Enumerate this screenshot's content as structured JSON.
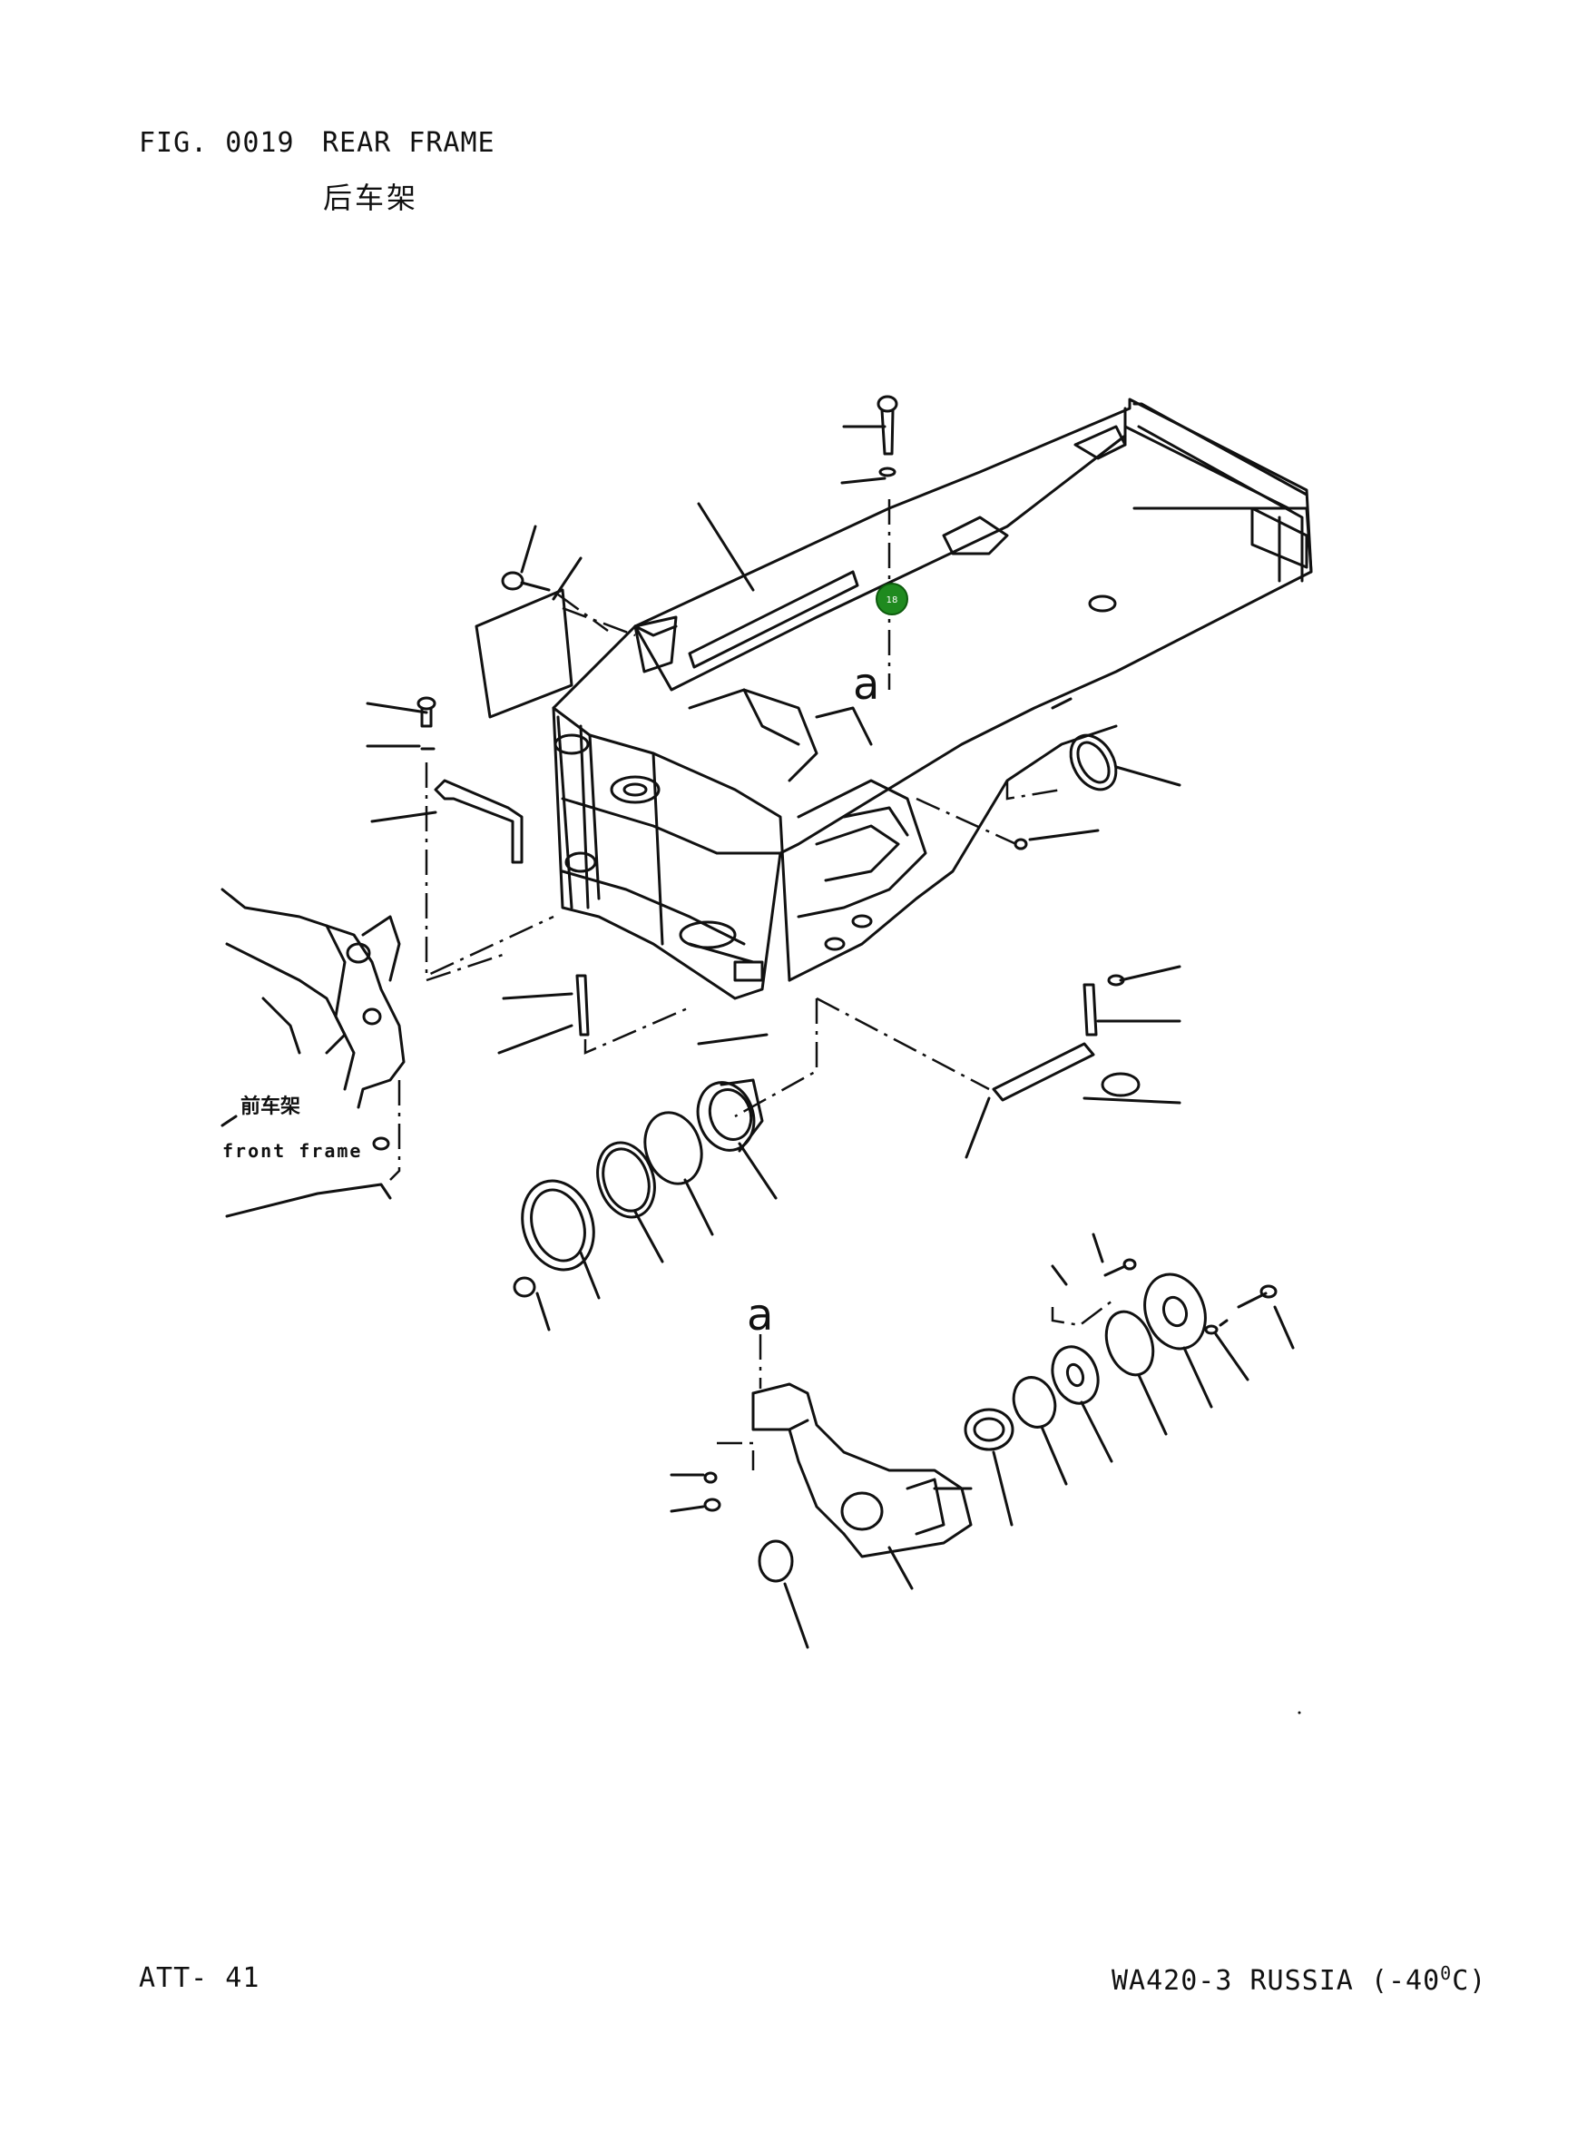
{
  "header": {
    "figure_number": "FIG. 0019",
    "figure_title": "REAR FRAME",
    "figure_title_cn": "后车架"
  },
  "drawing": {
    "front_frame_label_cn": "前车架",
    "front_frame_label_en": "front frame",
    "detail_marker": "a",
    "callout_badge": {
      "label": "18",
      "color": "#1f8a1f"
    }
  },
  "footer": {
    "page_ref": "ATT- 41",
    "model_ref": "WA420-3 RUSSIA (-40",
    "model_ref_degree": "0",
    "model_ref_unit": "C)"
  }
}
